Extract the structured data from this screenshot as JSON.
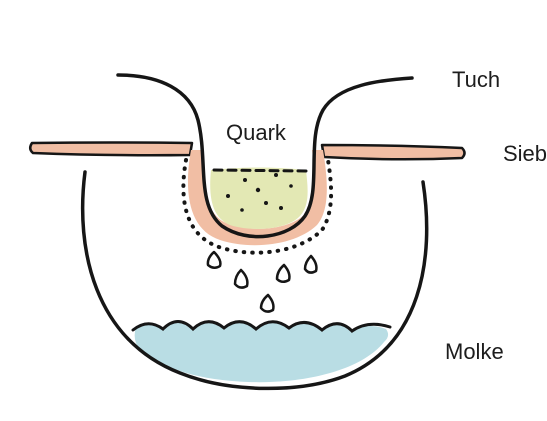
{
  "labels": {
    "cloth": "Tuch",
    "sieve": "Sieb",
    "curd": "Quark",
    "whey": "Molke"
  },
  "colors": {
    "outline": "#161616",
    "sieve_fill": "#f1bea4",
    "curd_fill": "#e3e8b4",
    "whey_fill": "#b9dde4",
    "dots": "#161616"
  }
}
